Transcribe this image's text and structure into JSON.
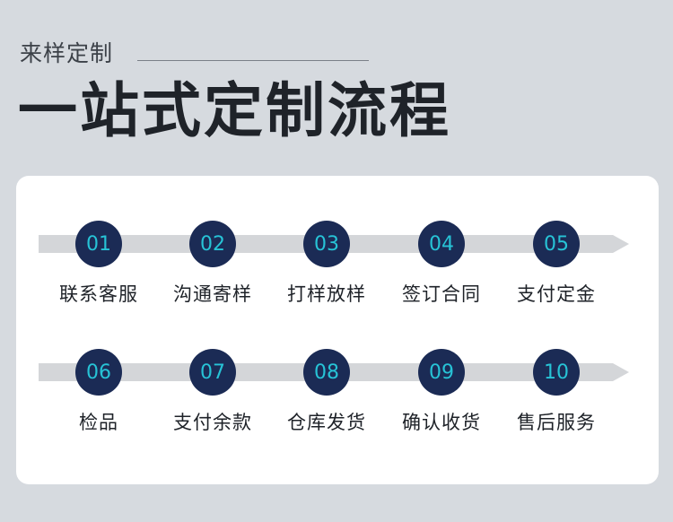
{
  "header": {
    "subtitle": "来样定制",
    "title": "一站式定制流程"
  },
  "colors": {
    "background": "#d6dadf",
    "circle": "#1b2b55",
    "number": "#27c3d6",
    "arrow": "#d4d6d9"
  },
  "steps": [
    {
      "number": "01",
      "label": "联系客服"
    },
    {
      "number": "02",
      "label": "沟通寄样"
    },
    {
      "number": "03",
      "label": "打样放样"
    },
    {
      "number": "04",
      "label": "签订合同"
    },
    {
      "number": "05",
      "label": "支付定金"
    },
    {
      "number": "06",
      "label": "检品"
    },
    {
      "number": "07",
      "label": "支付余款"
    },
    {
      "number": "08",
      "label": "仓库发货"
    },
    {
      "number": "09",
      "label": "确认收货"
    },
    {
      "number": "10",
      "label": "售后服务"
    }
  ]
}
